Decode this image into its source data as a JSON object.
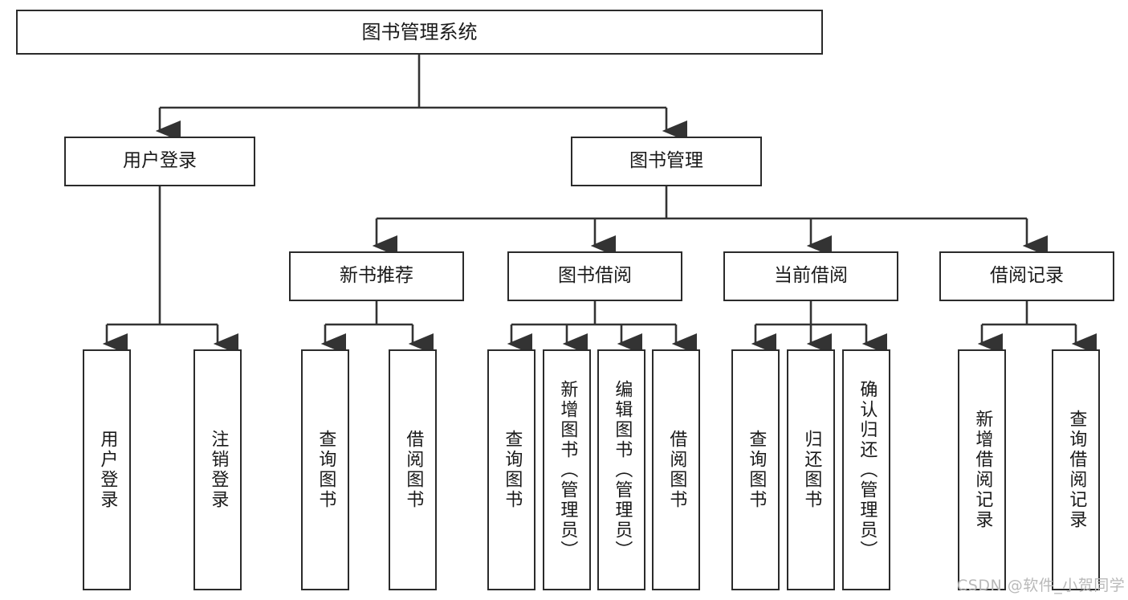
{
  "diagram": {
    "type": "tree-hierarchy",
    "title": "图书管理系统",
    "watermark": "CSDN @软件_小贺同学",
    "colors": {
      "box_border": "#2b2b2b",
      "box_fill": "#ffffff",
      "connector": "#333333",
      "text": "#1a1a1a",
      "watermark": "#b9b9b9"
    },
    "nodes": {
      "root": {
        "label": "图书管理系统"
      },
      "level2": [
        {
          "id": "user-login",
          "label": "用户登录"
        },
        {
          "id": "book-manage",
          "label": "图书管理"
        }
      ],
      "level3": [
        {
          "id": "new-book-recommend",
          "label": "新书推荐"
        },
        {
          "id": "book-borrow",
          "label": "图书借阅"
        },
        {
          "id": "current-borrow",
          "label": "当前借阅"
        },
        {
          "id": "borrow-record",
          "label": "借阅记录"
        }
      ],
      "leaves": {
        "user-login": [
          {
            "id": "leaf-user-login",
            "label": "用户登录"
          },
          {
            "id": "leaf-logout-login",
            "label": "注销登录"
          }
        ],
        "new-book-recommend": [
          {
            "id": "leaf-query-book-1",
            "label": "查询图书"
          },
          {
            "id": "leaf-borrow-book-1",
            "label": "借阅图书"
          }
        ],
        "book-borrow": [
          {
            "id": "leaf-query-book-2",
            "label": "查询图书"
          },
          {
            "id": "leaf-add-book",
            "label": "新增图书（管理员）"
          },
          {
            "id": "leaf-edit-book",
            "label": "编辑图书（管理员）"
          },
          {
            "id": "leaf-borrow-book-2",
            "label": "借阅图书"
          }
        ],
        "current-borrow": [
          {
            "id": "leaf-query-book-3",
            "label": "查询图书"
          },
          {
            "id": "leaf-return-book",
            "label": "归还图书"
          },
          {
            "id": "leaf-confirm-return",
            "label": "确认归还（管理员）"
          }
        ],
        "borrow-record": [
          {
            "id": "leaf-add-record",
            "label": "新增借阅记录"
          },
          {
            "id": "leaf-query-record",
            "label": "查询借阅记录"
          }
        ]
      }
    }
  }
}
